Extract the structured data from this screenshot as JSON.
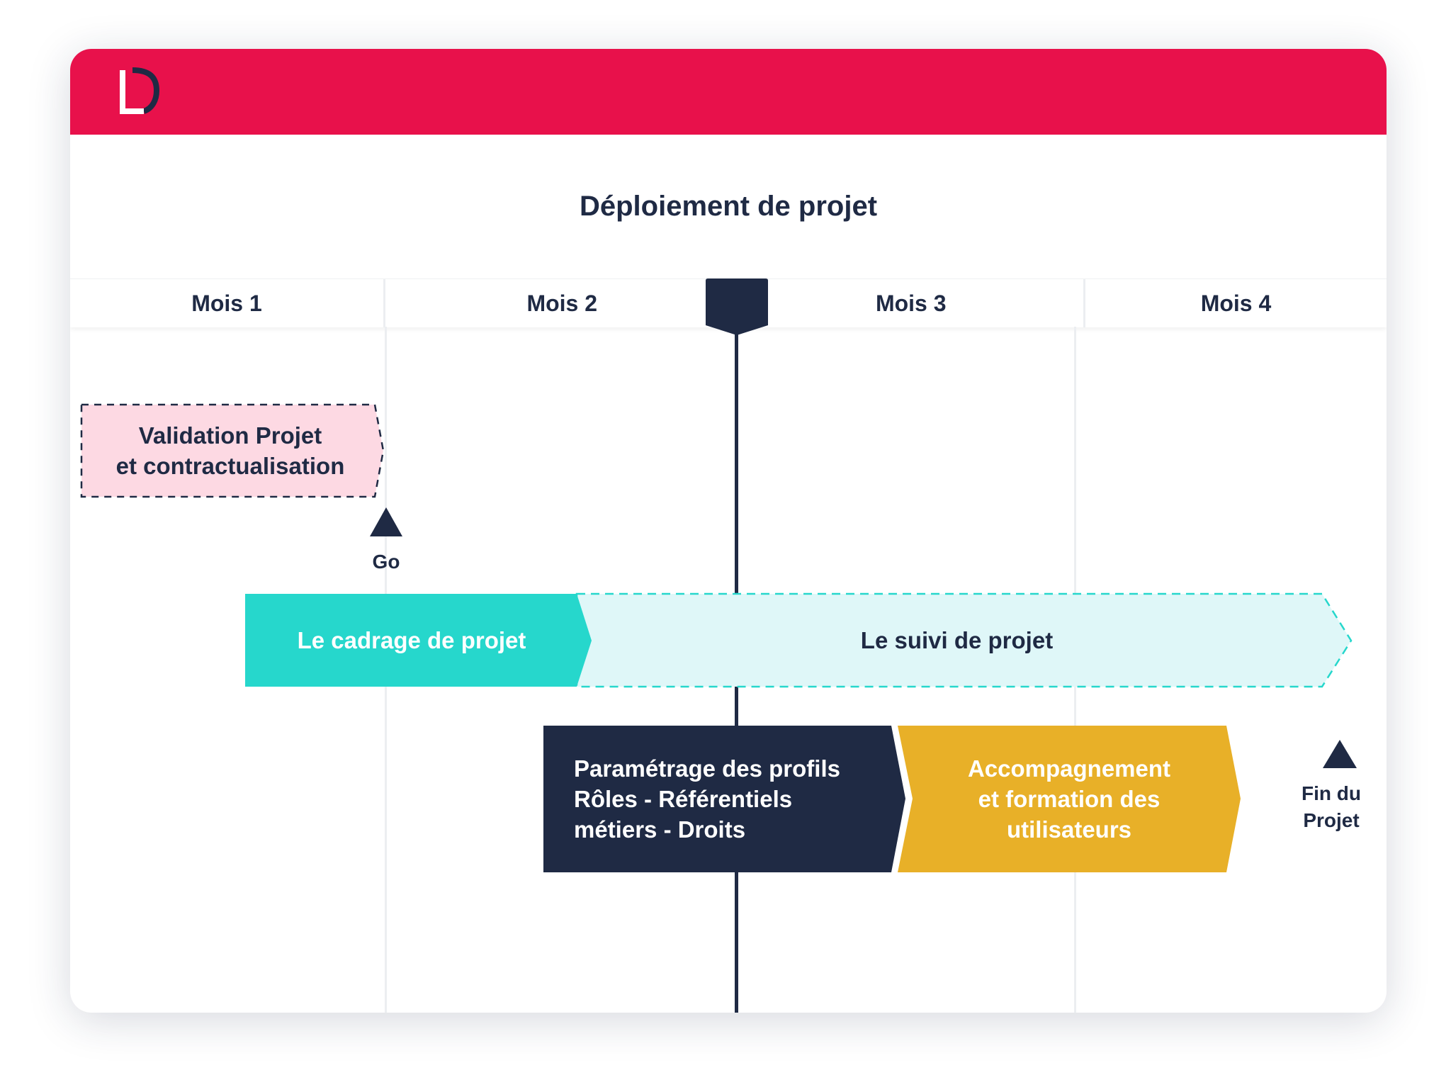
{
  "title": "Déploiement de projet",
  "months": [
    "Mois 1",
    "Mois 2",
    "Mois 3",
    "Mois 4"
  ],
  "phases": {
    "validation": "Validation Projet\net contractualisation",
    "cadrage": "Le cadrage de projet",
    "suivi": "Le suivi de projet",
    "parametrage": "Paramétrage des profils\nRôles - Référentiels\nmétiers - Droits",
    "accompagnement": "Accompagnement\net formation des\nutilisateurs"
  },
  "milestones": {
    "go": "Go",
    "fin": "Fin du\nProjet"
  },
  "colors": {
    "header": "#e8114b",
    "navy": "#1f2a44",
    "teal": "#26d7cc",
    "teal_light": "#dff7f8",
    "pink_light": "#fdd9e3",
    "gold": "#e8b028"
  },
  "icons": {
    "logo": "brand-d-logo-icon",
    "milestone": "triangle-milestone-icon",
    "current_marker": "current-time-marker-icon"
  }
}
